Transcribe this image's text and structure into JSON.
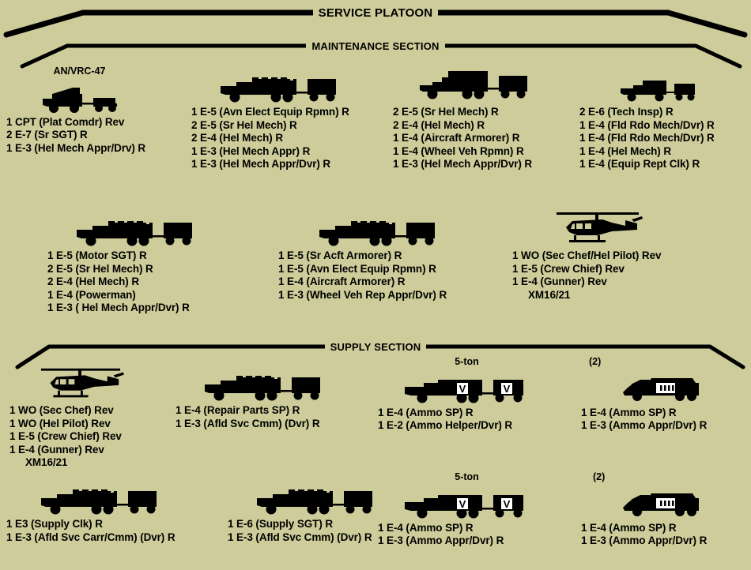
{
  "headers": {
    "platoon": "SERVICE PLATOON",
    "maintenance": "MAINTENANCE SECTION",
    "supply": "SUPPLY SECTION"
  },
  "maintenance": {
    "row1": [
      {
        "caption": "AN/VRC-47",
        "icon": "jeep-with-trailer-icon",
        "roster": [
          "1 CPT (Plat Comdr) Rev",
          "2 E-7 (Sr SGT) R",
          "1 E-3 (Hel Mech Appr/Drv) R"
        ]
      },
      {
        "caption": "",
        "icon": "cargo-truck-with-trailer-icon",
        "roster": [
          "1 E-5 (Avn Elect Equip Rpmn) R",
          "2 E-5 (Sr Hel Mech) R",
          "2 E-4 (Hel Mech) R",
          "1 E-3 (Hel Mech Appr) R",
          "1 E-3 (Hel Mech Appr/Dvr) R"
        ]
      },
      {
        "caption": "",
        "icon": "van-shop-truck-with-trailer-icon",
        "roster": [
          "2 E-5 (Sr Hel Mech) R",
          "2 E-4 (Hel Mech) R",
          "1 E-4 (Aircraft Armorer) R",
          "1 E-4 (Wheel Veh Rpmn) R",
          "1 E-3 (Hel Mech Appr/Dvr) R"
        ]
      },
      {
        "caption": "",
        "icon": "utility-truck-with-trailer-icon",
        "roster": [
          "2 E-6 (Tech Insp) R",
          "1 E-4 (Fld Rdo Mech/Dvr) R",
          "1 E-4 (Fld Rdo Mech/Dvr) R",
          "1 E-4 (Hel Mech) R",
          "1 E-4 (Equip Rept Clk) R"
        ]
      }
    ],
    "row2": [
      {
        "caption": "",
        "icon": "cargo-truck-with-trailer-icon",
        "roster": [
          "1 E-5 (Motor SGT) R",
          "2 E-5 (Sr Hel Mech) R",
          "2 E-4 (Hel Mech) R",
          "1 E-4 (Powerman)",
          "1 E-3 ( Hel Mech Appr/Dvr) R"
        ]
      },
      {
        "caption": "",
        "icon": "cargo-truck-with-trailer-icon",
        "roster": [
          "1 E-5 (Sr Acft Armorer) R",
          "1 E-5 (Avn Elect Equip Rpmn) R",
          "1 E-4 (Aircraft Armorer) R",
          "1 E-3 (Wheel Veh Rep Appr/Dvr) R"
        ]
      },
      {
        "caption": "",
        "icon": "helicopter-icon",
        "roster": [
          "1 WO (Sec Chef/Hel Pilot) Rev",
          "1 E-5 (Crew Chief) Rev",
          "1 E-4 (Gunner) Rev",
          "XM16/21"
        ]
      }
    ]
  },
  "supply": {
    "row1": [
      {
        "caption": "",
        "icon": "helicopter-icon",
        "roster": [
          "1 WO (Sec Chef) Rev",
          "1 WO (Hel Pilot) Rev",
          "1 E-5 (Crew Chief) Rev",
          "1 E-4 (Gunner) Rev",
          "XM16/21"
        ]
      },
      {
        "caption": "",
        "icon": "cargo-truck-with-trailer-icon",
        "roster": [
          "1 E-4 (Repair Parts SP) R",
          "1 E-3 (Afld Svc Cmm) (Dvr) R"
        ]
      },
      {
        "caption": "5-ton",
        "icon": "ammo-truck-with-trailer-icon",
        "roster": [
          "1 E-4 (Ammo SP) R",
          "1 E-2 (Ammo Helper/Dvr) R"
        ]
      },
      {
        "caption": "(2)",
        "icon": "armored-carrier-icon",
        "roster": [
          "1 E-4 (Ammo SP) R",
          "1 E-3 (Ammo Appr/Dvr) R"
        ]
      }
    ],
    "row2": [
      {
        "caption": "",
        "icon": "cargo-truck-with-trailer-icon",
        "roster": [
          "1 E3 (Supply Clk) R",
          "1 E-3 (Afld Svc Carr/Cmm) (Dvr) R"
        ]
      },
      {
        "caption": "",
        "icon": "cargo-truck-with-trailer-icon",
        "roster": [
          "1 E-6 (Supply SGT) R",
          "1 E-3 (Afld Svc Cmm) (Dvr) R"
        ]
      },
      {
        "caption": "5-ton",
        "icon": "ammo-truck-with-trailer-icon",
        "roster": [
          "1 E-4 (Ammo SP) R",
          "1 E-3 (Ammo Appr/Dvr) R"
        ]
      },
      {
        "caption": "(2)",
        "icon": "armored-carrier-icon",
        "roster": [
          "1 E-4 (Ammo SP) R",
          "1 E-3 (Ammo Appr/Dvr) R"
        ]
      }
    ]
  },
  "markings": {
    "ammo_placard": "V",
    "carrier_placard": "IIII"
  },
  "colors": {
    "background": "#cdcc9a",
    "ink": "#000000",
    "placard": "#ffffff"
  }
}
